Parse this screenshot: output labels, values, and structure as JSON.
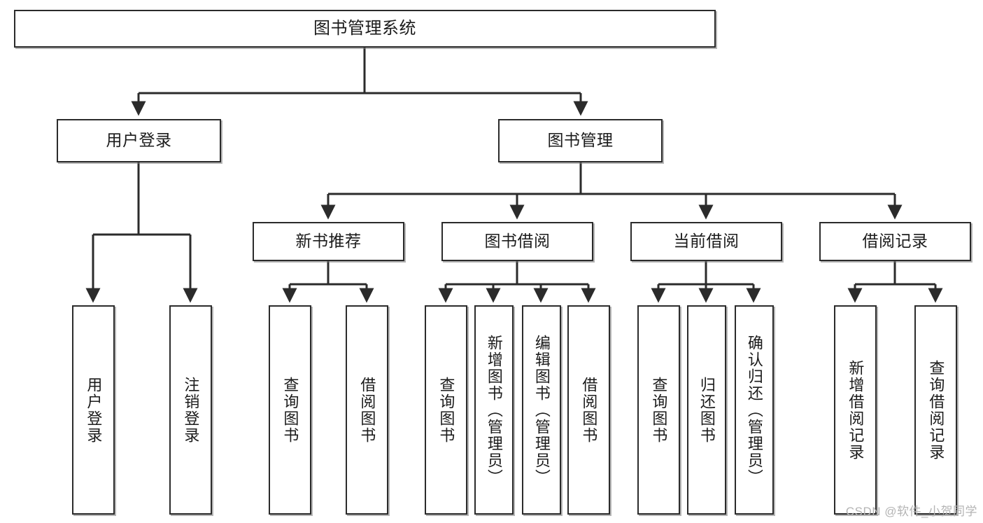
{
  "diagram": {
    "title": "图书管理系统",
    "watermark": "CSDN @软件_小贺同学",
    "line_color": "#2b2b2b",
    "box_fill": "#ffffff",
    "text_color": "#1b1b1b",
    "levels": {
      "root": "图书管理系统",
      "level2": [
        "用户登录",
        "图书管理"
      ],
      "level3": [
        "新书推荐",
        "图书借阅",
        "当前借阅",
        "借阅记录"
      ]
    },
    "nodes": {
      "root": "图书管理系统",
      "user_login": "用户登录",
      "book_manage": "图书管理",
      "new_book_rec": "新书推荐",
      "book_borrow": "图书借阅",
      "current_borrow": "当前借阅",
      "borrow_record": "借阅记录",
      "leaf_user_login": "用户登录",
      "leaf_logout": "注销登录",
      "leaf_query_book_a": "查询图书",
      "leaf_borrow_book_a": "借阅图书",
      "leaf_query_book_b": "查询图书",
      "leaf_add_book_admin": "新增图书（管理员）",
      "leaf_edit_book_admin": "编辑图书（管理员）",
      "leaf_borrow_book_b": "借阅图书",
      "leaf_query_book_c": "查询图书",
      "leaf_return_book": "归还图书",
      "leaf_confirm_return_admin": "确认归还（管理员）",
      "leaf_add_record": "新增借阅记录",
      "leaf_query_record": "查询借阅记录"
    }
  }
}
